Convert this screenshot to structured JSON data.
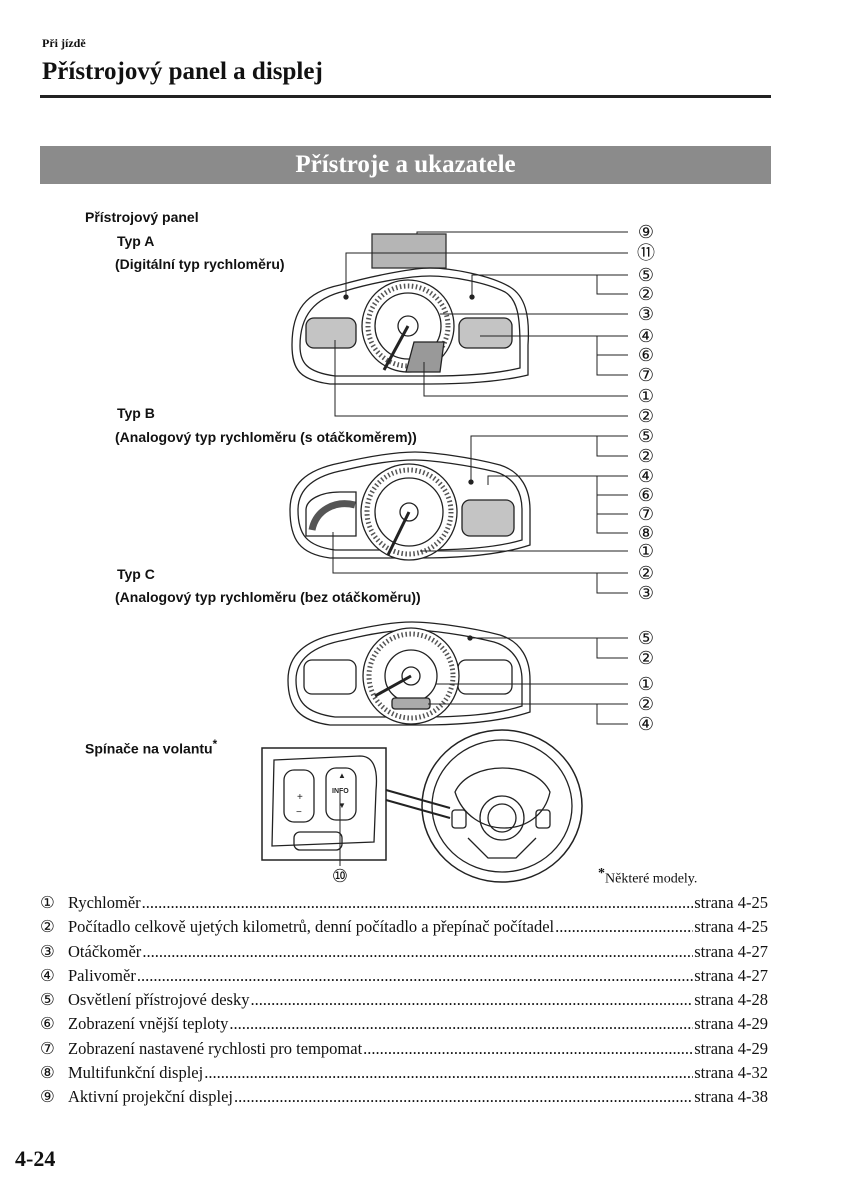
{
  "header": {
    "section": "Při jízdě",
    "title": "Přístrojový panel a displej"
  },
  "banner": "Přístroje a ukazatele",
  "figure": {
    "panel_heading": "Přístrojový panel",
    "type_a": {
      "name": "Typ A",
      "desc": "(Digitální typ rychloměru)",
      "callouts": [
        "⑨",
        "⑪",
        "⑤",
        "②",
        "③",
        "④",
        "⑥",
        "⑦",
        "①",
        "②"
      ]
    },
    "type_b": {
      "name": "Typ B",
      "desc": "(Analogový typ rychloměru (s otáčkoměrem))",
      "callouts": [
        "⑤",
        "②",
        "④",
        "⑥",
        "⑦",
        "⑧",
        "①",
        "②",
        "③"
      ]
    },
    "type_c": {
      "name": "Typ C",
      "desc": "(Analogový typ rychloměru (bez otáčkoměru))",
      "callouts": [
        "⑤",
        "②",
        "①",
        "②",
        "④"
      ]
    },
    "switches": {
      "heading": "Spínače na volantu",
      "asterisk": "*",
      "callout": "⑩",
      "info_label": "INFO"
    },
    "footnote": {
      "asterisk": "*",
      "text": "Některé modely."
    }
  },
  "toc": [
    {
      "num": "①",
      "text": "Rychloměr",
      "page": "strana 4-25"
    },
    {
      "num": "②",
      "text": "Počítadlo celkově ujetých kilometrů, denní počítadlo a přepínač počítadel",
      "page": "strana 4-25"
    },
    {
      "num": "③",
      "text": "Otáčkoměr",
      "page": "strana 4-27"
    },
    {
      "num": "④",
      "text": "Palivoměr",
      "page": "strana 4-27"
    },
    {
      "num": "⑤",
      "text": "Osvětlení přístrojové desky",
      "page": "strana 4-28"
    },
    {
      "num": "⑥",
      "text": "Zobrazení vnější teploty",
      "page": "strana 4-29"
    },
    {
      "num": "⑦",
      "text": "Zobrazení nastavené rychlosti pro tempomat",
      "page": "strana 4-29"
    },
    {
      "num": "⑧",
      "text": "Multifunkční displej",
      "page": "strana 4-32"
    },
    {
      "num": "⑨",
      "text": "Aktivní projekční displej",
      "page": "strana 4-38"
    }
  ],
  "page_number": "4-24"
}
